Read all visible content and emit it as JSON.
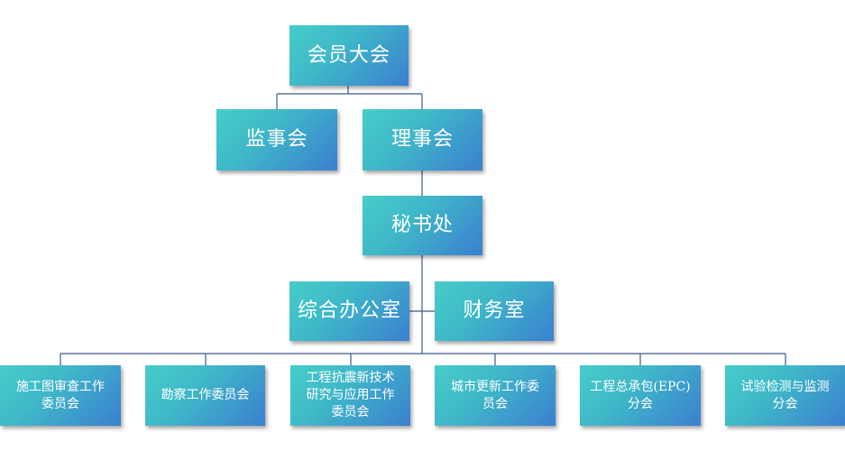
{
  "org_chart": {
    "root": "会员大会",
    "supervisory": "监事会",
    "council": "理事会",
    "secretariat": "秘书处",
    "general_office": "综合办公室",
    "finance": "财务室",
    "committees": [
      [
        "施工图审查工作",
        "委员会"
      ],
      [
        "勘察工作委员会"
      ],
      [
        "工程抗震新技术",
        "研究与应用工作",
        "委员会"
      ],
      [
        "城市更新工作委",
        "员会"
      ],
      [
        "工程总承包(EPC)",
        "分会"
      ],
      [
        "试验检测与监测",
        "分会"
      ]
    ]
  },
  "colors": {
    "box_gradient_start": "#46cdc9",
    "box_gradient_end": "#3b7fd0",
    "connector": "#3a5a8c",
    "text": "#ffffff"
  }
}
